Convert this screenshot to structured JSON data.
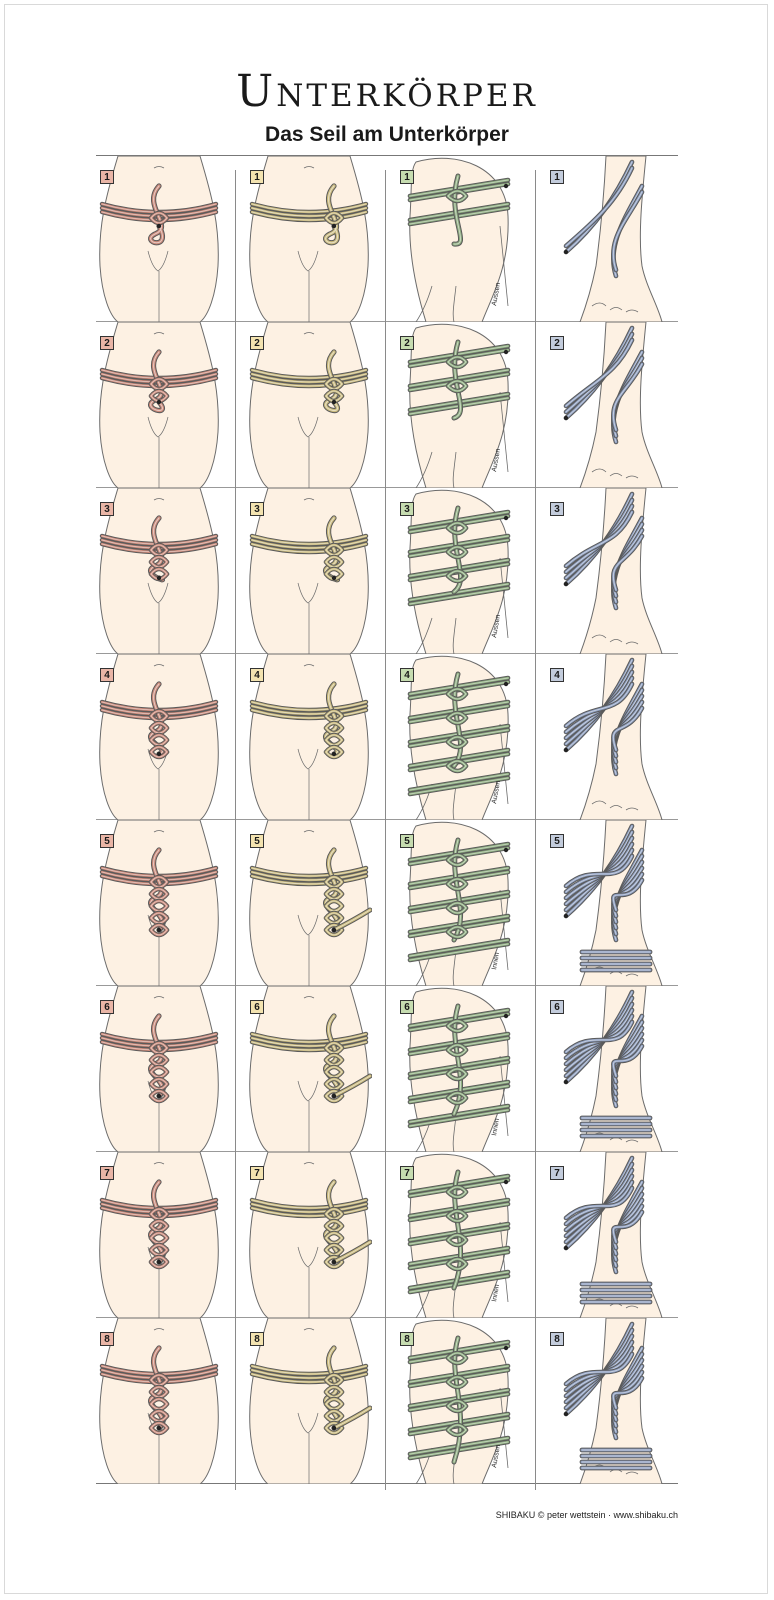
{
  "poster": {
    "title": "Unterkörper",
    "subtitle": "Das Seil am Unterkörper",
    "footer": "SHIBAKU © peter wettstein · www.shibaku.ch"
  },
  "columns": [
    {
      "name": "col-hip-front",
      "body": "hip-front",
      "badge_color": "#e9b5a6",
      "rope_color": "#c98878",
      "steps": [
        "1",
        "2",
        "3",
        "4",
        "5",
        "6",
        "7",
        "8"
      ]
    },
    {
      "name": "col-hip-side",
      "body": "hip-front",
      "badge_color": "#f3e3b0",
      "rope_color": "#c9b97c",
      "steps": [
        "1",
        "2",
        "3",
        "4",
        "5",
        "6",
        "7",
        "8"
      ]
    },
    {
      "name": "col-thigh",
      "body": "thigh",
      "badge_color": "#c6dcb0",
      "rope_color": "#8cab7e",
      "steps": [
        "1",
        "2",
        "3",
        "4",
        "5",
        "6",
        "7",
        "8"
      ]
    },
    {
      "name": "col-foot",
      "body": "foot",
      "badge_color": "#c3ccdc",
      "rope_color": "#8a9bbd",
      "steps": [
        "1",
        "2",
        "3",
        "4",
        "5",
        "6",
        "7",
        "8"
      ]
    }
  ],
  "thigh_labels": [
    "Aussen",
    "Aussen",
    "Aussen",
    "Aussen",
    "Innen",
    "Innen",
    "Innen",
    "Aussen"
  ],
  "colors": {
    "skin": "#fdf1e3",
    "outline": "#6b6b6b",
    "line": "#777777"
  }
}
